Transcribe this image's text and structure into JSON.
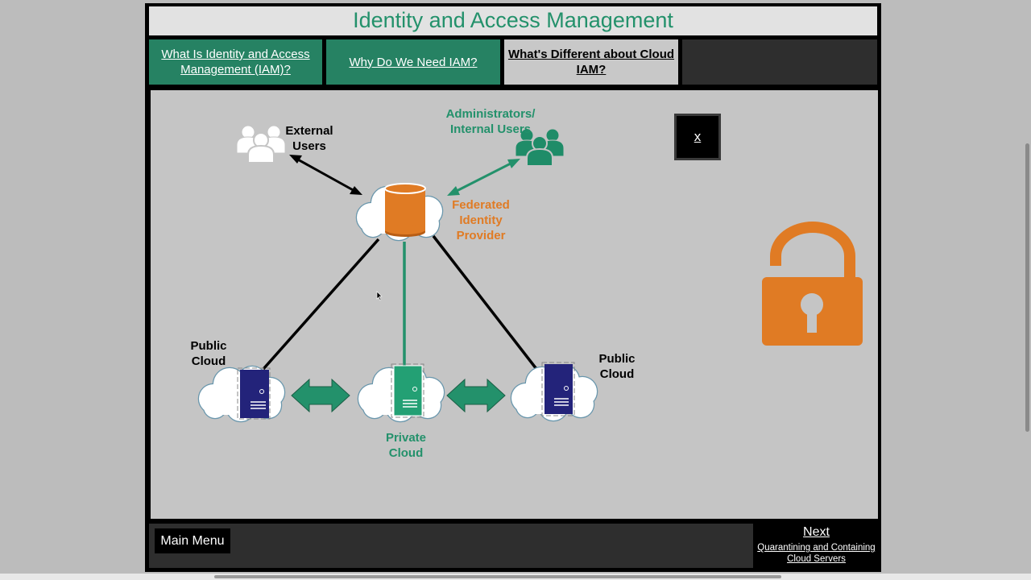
{
  "header": {
    "title": "Identity and Access Management"
  },
  "tabs": [
    {
      "label": "What Is Identity and Access Management (IAM)?",
      "state": "visited"
    },
    {
      "label": "Why Do We Need IAM?",
      "state": "visited"
    },
    {
      "label": "What's Different about Cloud IAM?",
      "state": "active"
    }
  ],
  "diagram": {
    "external_users": "External Users",
    "admin_users": "Administrators/ Internal Users",
    "identity_provider": "Federated Identity Provider",
    "public_cloud_left": "Public Cloud",
    "public_cloud_right": "Public Cloud",
    "private_cloud": "Private Cloud"
  },
  "close_button": {
    "label": "x"
  },
  "footer": {
    "main_menu": "Main Menu",
    "next_label": "Next",
    "next_title": "Quarantining and Containing Cloud Servers"
  },
  "colors": {
    "green": "#268263",
    "teal_text": "#23916b",
    "orange": "#e07b24",
    "server_blue": "#23237a"
  }
}
